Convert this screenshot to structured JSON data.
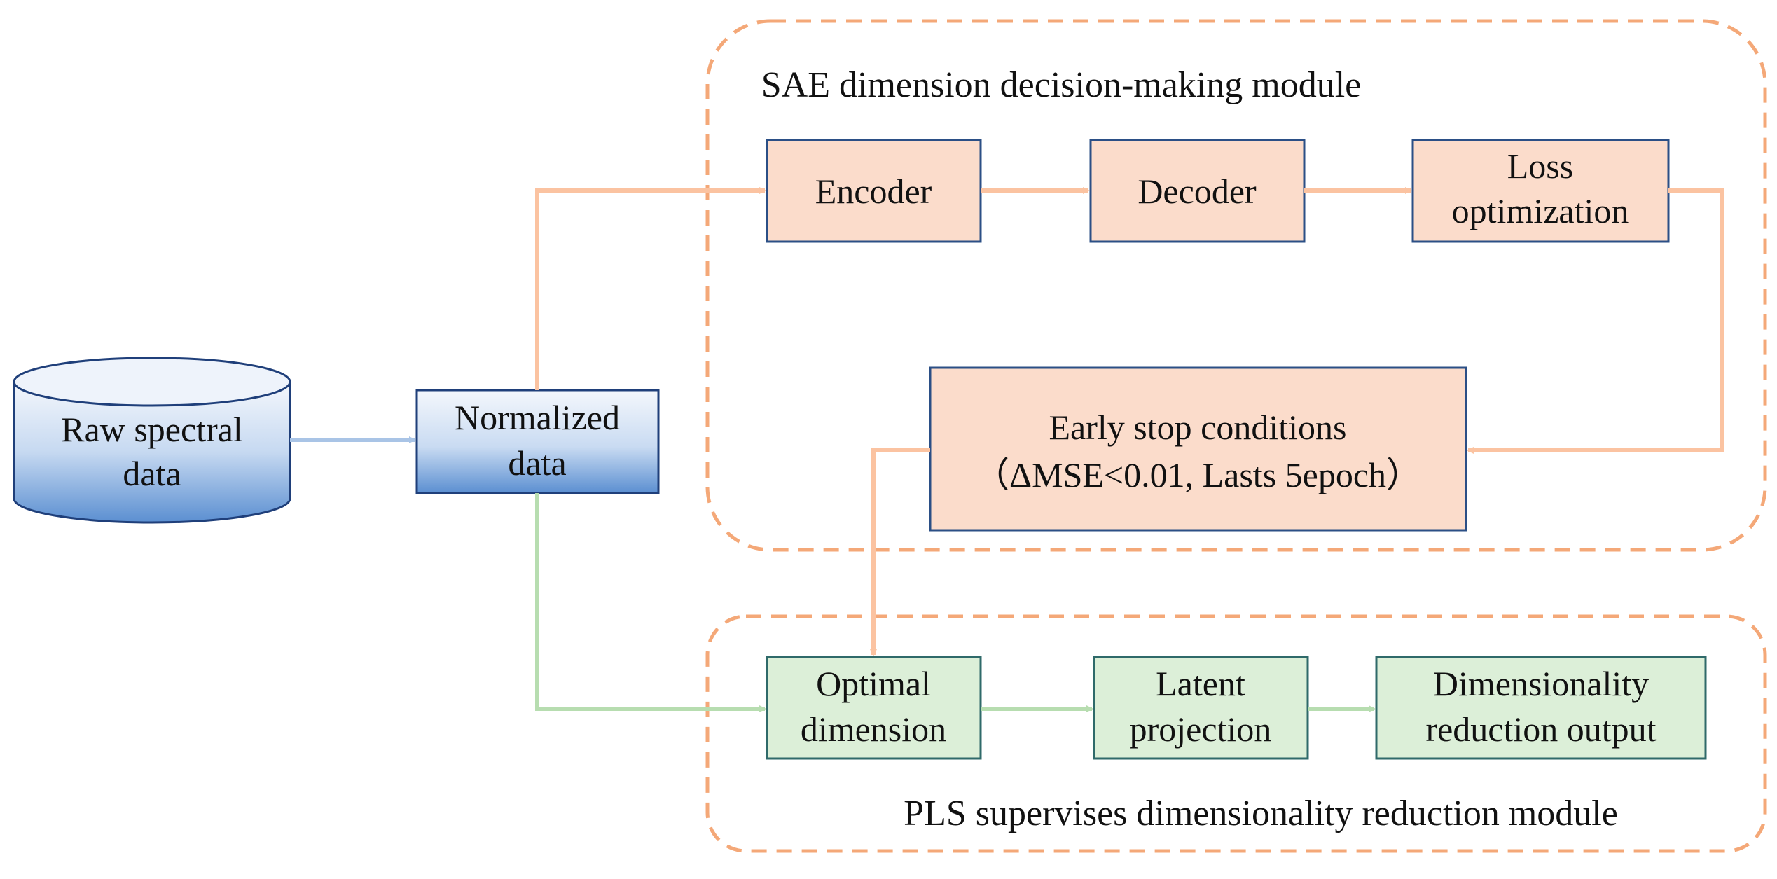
{
  "diagram": {
    "sae_module": {
      "title": "SAE dimension decision-making module",
      "encoder": "Encoder",
      "decoder": "Decoder",
      "loss": [
        "Loss",
        "optimization"
      ],
      "early_stop": [
        "Early stop conditions",
        "（ΔMSE<0.01, Lasts 5epoch）"
      ]
    },
    "pls_module": {
      "title": "PLS supervises dimensionality reduction module",
      "optimal": [
        "Optimal",
        "dimension"
      ],
      "latent": [
        "Latent",
        "projection"
      ],
      "output": [
        "Dimensionality",
        "reduction output"
      ]
    },
    "raw_data": [
      "Raw spectral",
      "data"
    ],
    "normalized": [
      "Normalized",
      "data"
    ],
    "colors": {
      "module_border": "#f4a878",
      "sae_fill": "#fbdccb",
      "sae_stroke": "#2b4f86",
      "pls_fill": "#dcefd8",
      "pls_stroke": "#2f6a6a",
      "arrow_orange": "#fbc3a1",
      "arrow_green": "#b7ddb0",
      "arrow_blue": "#a9c4e6",
      "blue_top": "#f2f6fc",
      "blue_bottom": "#5b8fd1"
    }
  }
}
